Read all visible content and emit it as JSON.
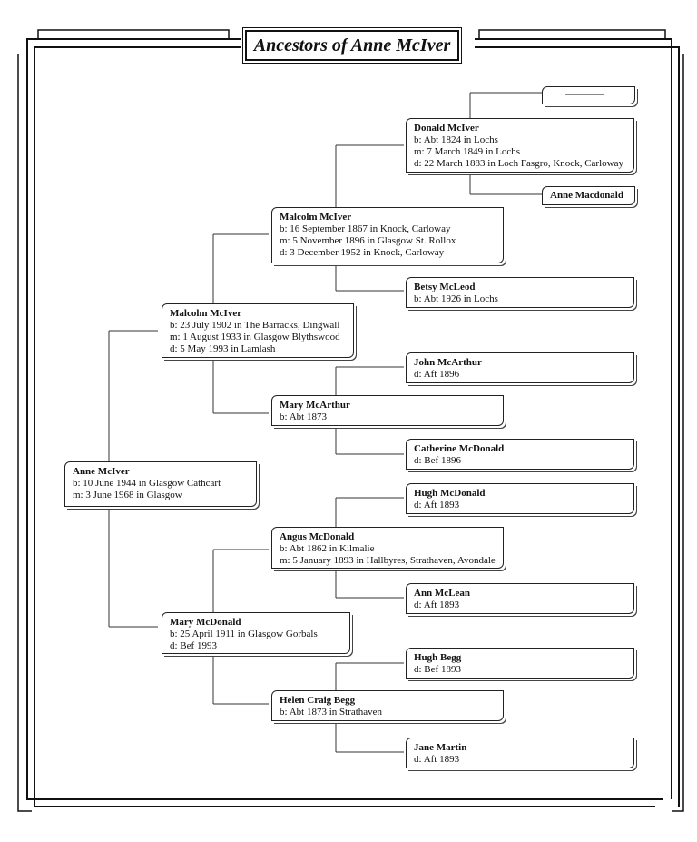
{
  "title": "Ancestors of Anne McIver",
  "people": {
    "anne_mciver": {
      "name": "Anne McIver",
      "lines": [
        "b: 10 June 1944 in Glasgow Cathcart",
        "m: 3 June 1968 in Glasgow"
      ]
    },
    "malcolm_1902": {
      "name": "Malcolm McIver",
      "lines": [
        "b: 23 July 1902 in The Barracks, Dingwall",
        "m: 1 August 1933 in Glasgow Blythswood",
        "d: 5 May 1993 in Lamlash"
      ]
    },
    "mary_mcdonald": {
      "name": "Mary McDonald",
      "lines": [
        "b: 25 April 1911 in Glasgow Gorbals",
        "d: Bef 1993"
      ]
    },
    "malcolm_1867": {
      "name": "Malcolm McIver",
      "lines": [
        "b: 16 September 1867 in Knock, Carloway",
        "m: 5 November 1896 in Glasgow St. Rollox",
        "d: 3 December 1952 in Knock, Carloway"
      ]
    },
    "mary_mcarthur": {
      "name": "Mary McArthur",
      "lines": [
        "b: Abt 1873"
      ]
    },
    "angus_mcdonald": {
      "name": "Angus McDonald",
      "lines": [
        "b: Abt 1862 in Kilmalie",
        "m: 5 January 1893 in Hallbyres, Strathaven, Avondale"
      ]
    },
    "helen_begg": {
      "name": "Helen Craig Begg",
      "lines": [
        "b: Abt 1873 in Strathaven"
      ]
    },
    "donald_mciver": {
      "name": "Donald McIver",
      "lines": [
        "b: Abt 1824 in Lochs",
        "m: 7 March 1849 in Lochs",
        "d: 22 March 1883 in Loch Fasgro, Knock, Carloway"
      ]
    },
    "anne_macdonald": {
      "name": "Anne Macdonald",
      "lines": []
    },
    "betsy_mcleod": {
      "name": "Betsy McLeod",
      "lines": [
        "b: Abt 1926 in Lochs"
      ]
    },
    "john_mcarthur": {
      "name": "John McArthur",
      "lines": [
        "d: Aft 1896"
      ]
    },
    "catherine_mcdonald": {
      "name": "Catherine McDonald",
      "lines": [
        "d: Bef 1896"
      ]
    },
    "hugh_mcdonald": {
      "name": "Hugh McDonald",
      "lines": [
        "d: Aft 1893"
      ]
    },
    "ann_mclean": {
      "name": "Ann McLean",
      "lines": [
        "d: Aft 1893"
      ]
    },
    "hugh_begg": {
      "name": "Hugh Begg",
      "lines": [
        "d: Bef 1893"
      ]
    },
    "jane_martin": {
      "name": "Jane Martin",
      "lines": [
        "d: Aft 1893"
      ]
    }
  }
}
